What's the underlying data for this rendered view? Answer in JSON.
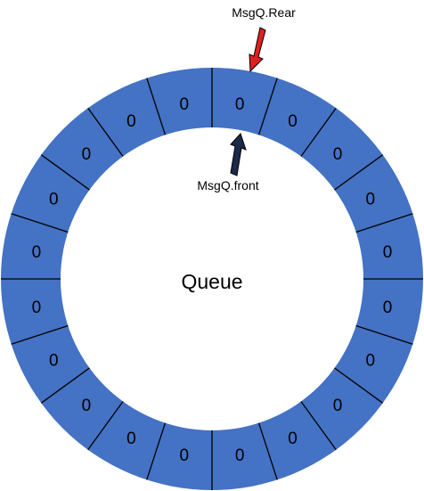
{
  "diagram": {
    "center_label": "Queue",
    "slot_values": [
      "0",
      "0",
      "0",
      "0",
      "0",
      "0",
      "0",
      "0",
      "0",
      "0",
      "0",
      "0",
      "0",
      "0",
      "0",
      "0",
      "0",
      "0",
      "0",
      "0"
    ],
    "rear_label": "MsgQ.Rear",
    "front_label": "MsgQ.front",
    "colors": {
      "ring_fill": "#4472C4",
      "divider": "#000000",
      "rear_arrow": "#E02020",
      "front_arrow": "#1A2A48"
    }
  }
}
